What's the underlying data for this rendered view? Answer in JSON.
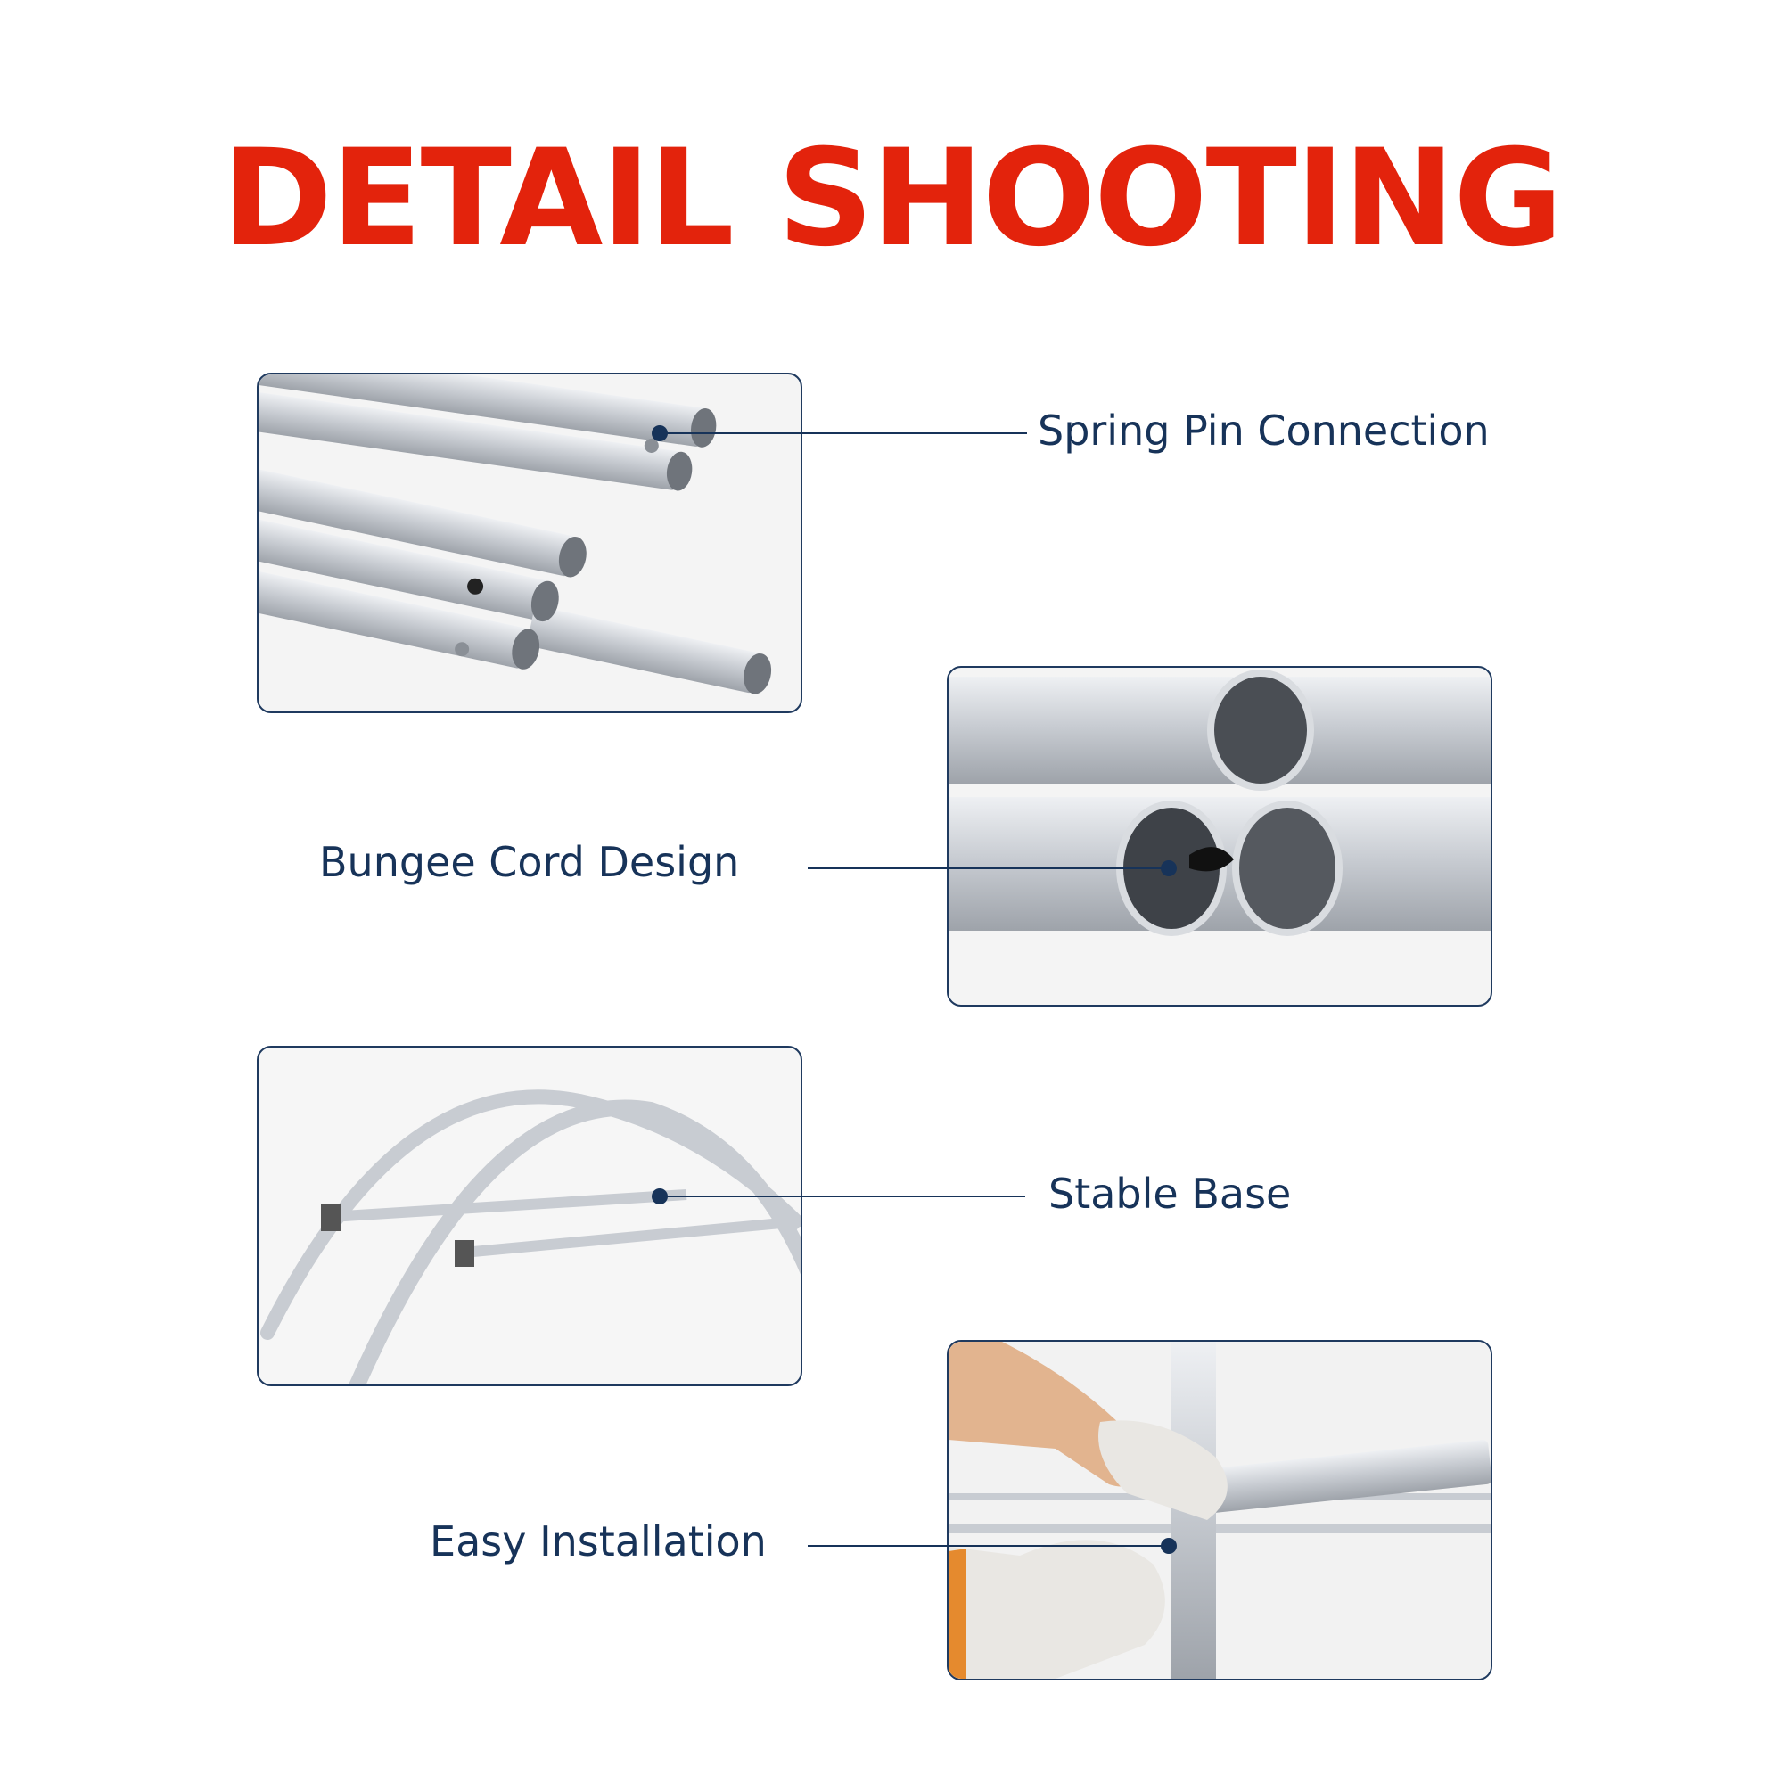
{
  "title": "DETAIL SHOOTING",
  "features": [
    {
      "label": "Spring Pin Connection"
    },
    {
      "label": "Bungee Cord Design"
    },
    {
      "label": "Stable Base"
    },
    {
      "label": "Easy Installation"
    }
  ],
  "colors": {
    "title": "#e3230c",
    "text": "#173359",
    "border": "#1f3a5f",
    "metal": "#c8ccd2"
  }
}
